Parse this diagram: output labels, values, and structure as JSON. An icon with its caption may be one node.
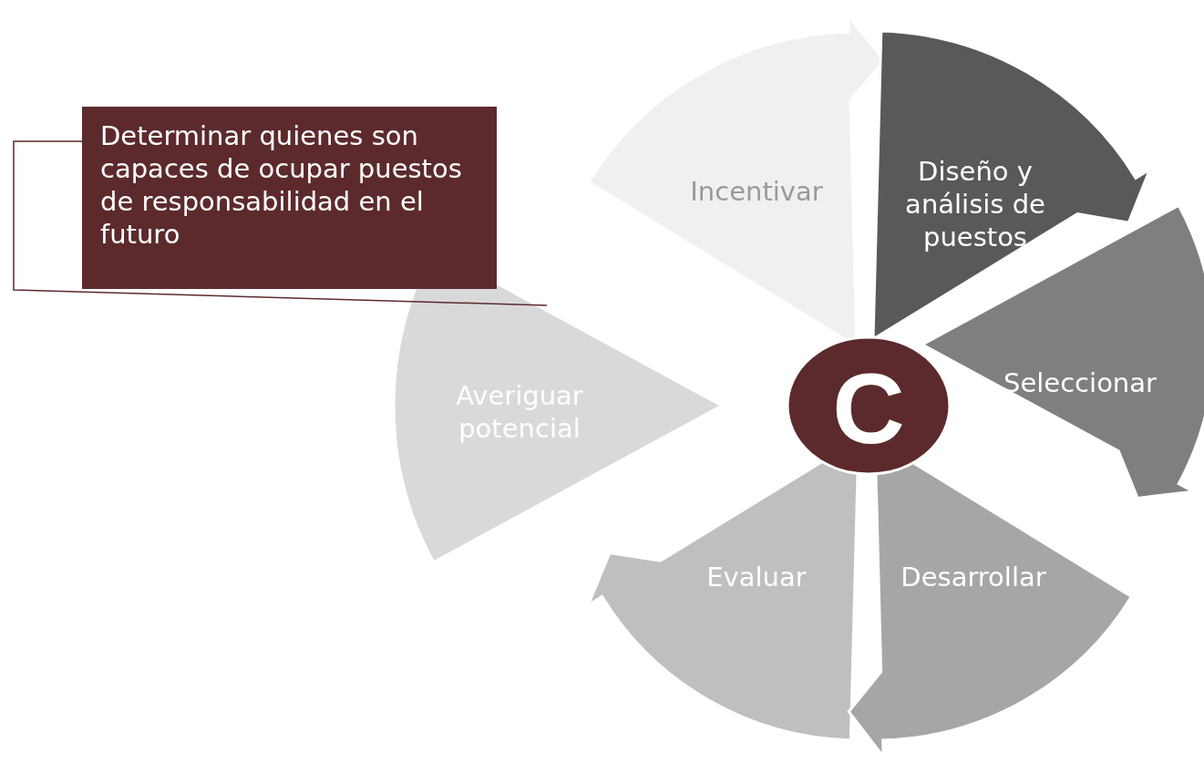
{
  "diagram": {
    "nodes": [
      {
        "text": [
          "Determinar quienes son capaces de ocupar puestos de responsabilidad en el futuro"
        ]
      },
      {
        "text": [
          "Incentivar"
        ]
      },
      {
        "text": [
          "Diseño y análisis de puestos"
        ]
      },
      {
        "text": [
          "Seleccionar"
        ]
      },
      {
        "text": [
          "C"
        ]
      },
      {
        "text": [
          "Averiguar potencial"
        ]
      },
      {
        "text": [
          "Desarrollar"
        ]
      },
      {
        "text": [
          "Evaluar"
        ]
      }
    ],
    "edges": [
      {
        "from": 0,
        "to": 5,
        "arrow": "none"
      }
    ]
  }
}
